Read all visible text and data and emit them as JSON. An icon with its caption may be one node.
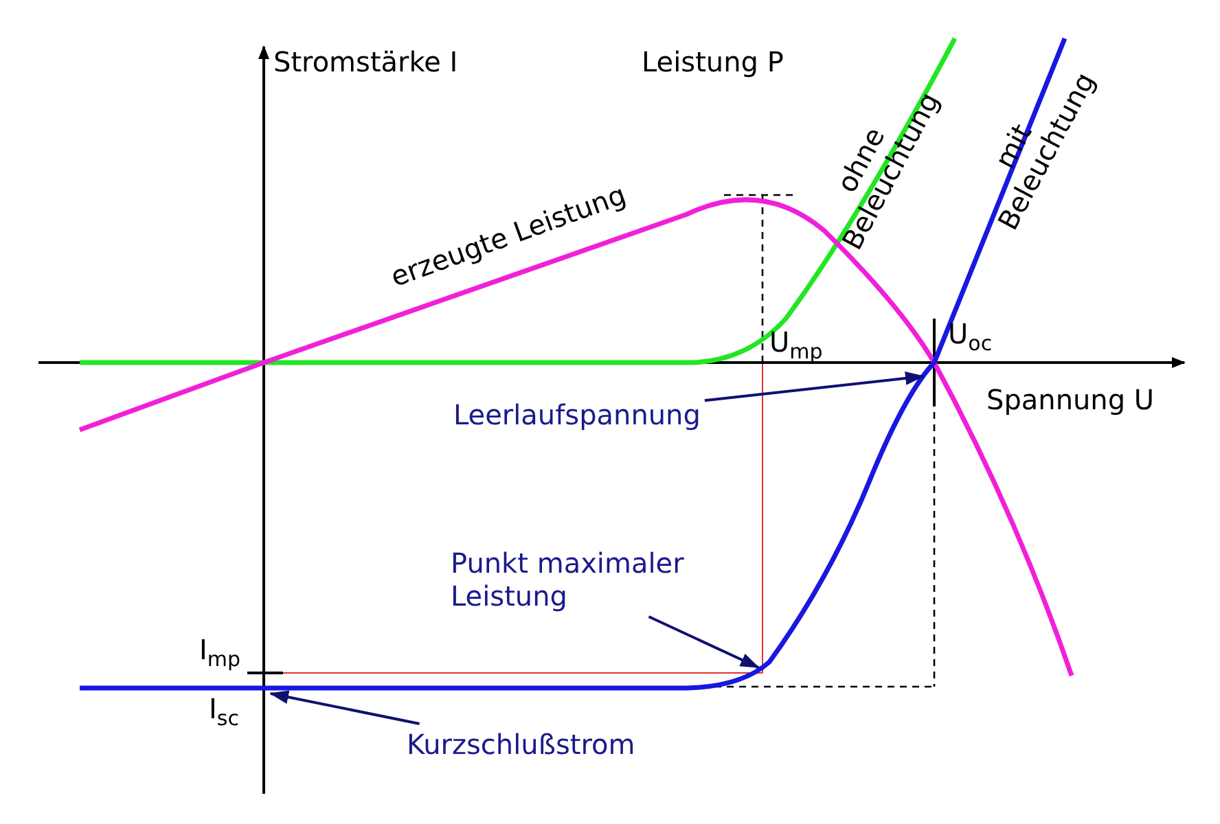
{
  "diagram": {
    "nodes": [
      {
        "text": [
          "Leerlaufspannung"
        ]
      },
      {
        "text": [
          "Punkt maximaler Leistung"
        ]
      },
      {
        "text": [
          "Kurzschlußstrom"
        ]
      }
    ],
    "edges": [
      {
        "from": 0,
        "to": null,
        "arrow": "to"
      },
      {
        "from": 1,
        "to": null,
        "arrow": "to"
      },
      {
        "from": 2,
        "to": null,
        "arrow": "to"
      }
    ],
    "labels": [
      "Stromstärke I",
      "Leistung P",
      "ohne Beleuchtung",
      "mit Beleuchtung",
      "erzeugte Leistung",
      "U$_{mp}$",
      "U$_{oc}$",
      "Spannung U",
      "I$_{mp}$",
      "I$_{sc}$"
    ]
  }
}
